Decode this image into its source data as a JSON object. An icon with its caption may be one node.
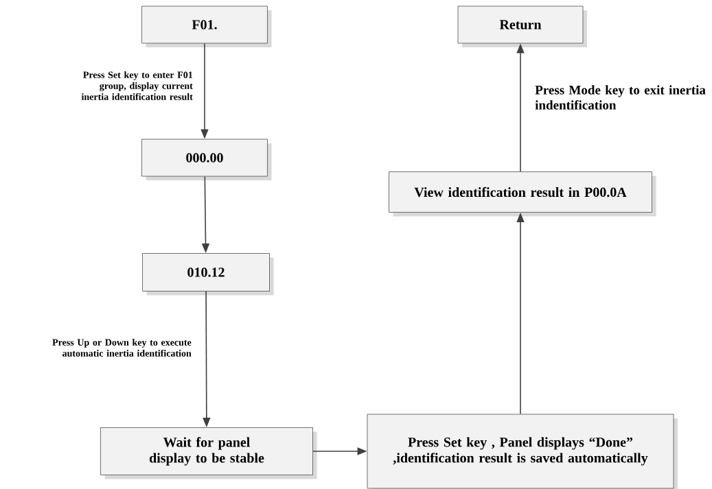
{
  "diagram": {
    "nodes": [
      {
        "text": [
          "F01."
        ]
      },
      {
        "text": [
          "000.00"
        ]
      },
      {
        "text": [
          "010.12"
        ]
      },
      {
        "text": [
          "Wait for panel display to be stable"
        ]
      },
      {
        "text": [
          "Press Set key , Panel displays “Done” ,identification result is saved automatically"
        ]
      },
      {
        "text": [
          "View identification result in P00.0A"
        ]
      },
      {
        "text": [
          "Return"
        ]
      }
    ],
    "edges": [
      {
        "from": 0,
        "to": 1,
        "arrow": "to",
        "label": "Press Set key to enter F01 group, display current inertia identification result"
      },
      {
        "from": 1,
        "to": 2,
        "arrow": "to"
      },
      {
        "from": 2,
        "to": 3,
        "arrow": "to",
        "label": "Press Up or Down key to execute automatic inertia identification"
      },
      {
        "from": 3,
        "to": 4,
        "arrow": "to"
      },
      {
        "from": 4,
        "to": 5,
        "arrow": "to"
      },
      {
        "from": 5,
        "to": 6,
        "arrow": "to",
        "label": "Press Mode key to exit inertia indentification"
      }
    ]
  }
}
